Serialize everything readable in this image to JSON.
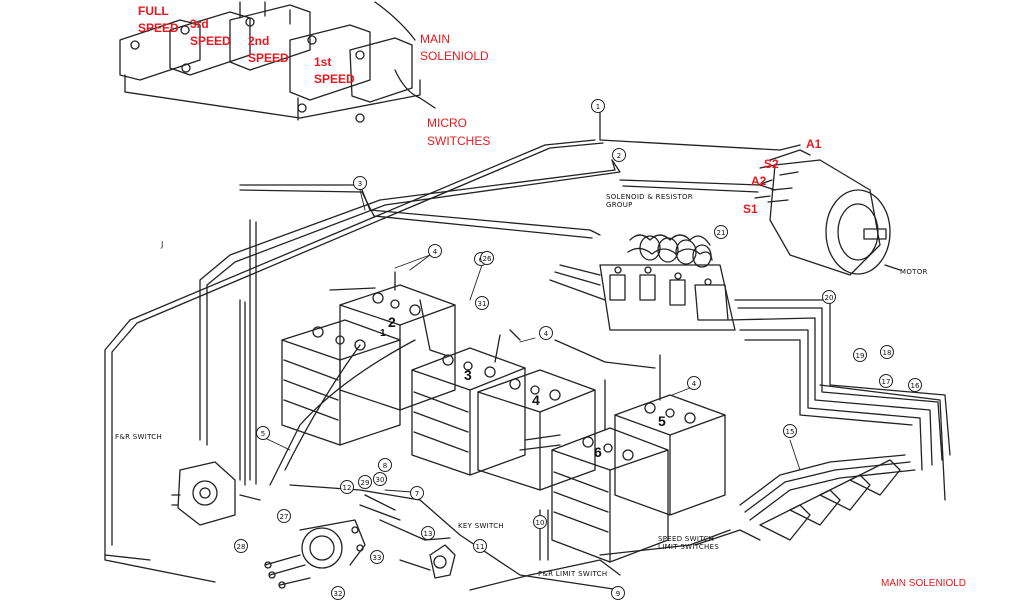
{
  "colors": {
    "annotation": "#e8191f",
    "line": "#222222",
    "background": "#ffffff"
  },
  "solenoid_labels": {
    "full_speed": [
      "FULL",
      "SPEED"
    ],
    "third_speed": [
      "3rd",
      "SPEED"
    ],
    "second_speed": [
      "2nd",
      "SPEED"
    ],
    "first_speed": [
      "1st",
      "SPEED"
    ],
    "main_solenoid": [
      "MAIN",
      "SOLENIOLD"
    ],
    "micro_switches": [
      "MICRO",
      "SWITCHES"
    ]
  },
  "motor_terminals": {
    "a1": "A1",
    "s2": "S2",
    "a2": "A2",
    "s1": "S1"
  },
  "bottom_label": "MAIN SOLENIOLD",
  "component_labels": {
    "solenoid_group": [
      "SOLENOID & RESISTOR",
      "GROUP"
    ],
    "motor": "MOTOR",
    "fr_switch": "F&R SWITCH",
    "key_switch": "KEY SWITCH",
    "fr_limit_switch": "F&R LIMIT SWITCH",
    "speed_switch": [
      "SPEED SWITCH",
      "LIMIT SWITCHES"
    ],
    "stray_mark": "J"
  },
  "batteries": [
    "1",
    "2",
    "3",
    "4",
    "5",
    "6"
  ],
  "callouts": [
    "1",
    "2",
    "3",
    "4",
    "4",
    "4",
    "5",
    "6",
    "7",
    "8",
    "9",
    "10",
    "11",
    "12",
    "13",
    "15",
    "16",
    "17",
    "18",
    "19",
    "20",
    "21",
    "26",
    "27",
    "28",
    "29",
    "30",
    "31",
    "32",
    "33"
  ]
}
